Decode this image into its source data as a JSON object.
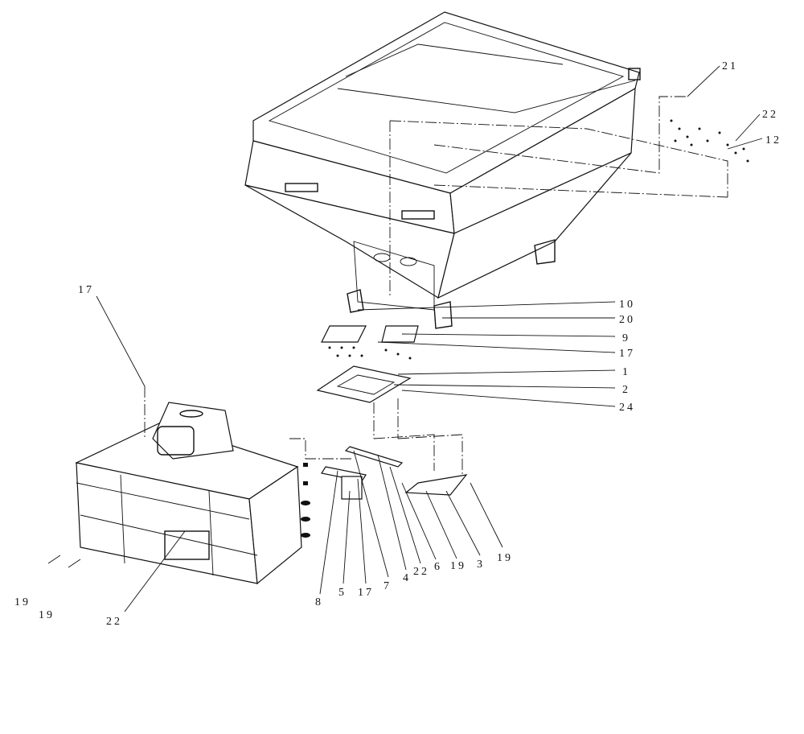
{
  "diagram": {
    "type": "exploded parts diagram",
    "callouts": {
      "c21": "21",
      "c22_top": "22",
      "c12": "12",
      "c10": "10",
      "c20": "20",
      "c9": "9",
      "c17_right": "17",
      "c1": "1",
      "c2": "2",
      "c24": "24",
      "c17_left": "17",
      "c19_a": "19",
      "c19_b": "19",
      "c22_bottom": "22",
      "c8": "8",
      "c5": "5",
      "c17_bottom": "17",
      "c7": "7",
      "c4": "4",
      "c22_mid": "22",
      "c6": "6",
      "c19_c": "19",
      "c3": "3",
      "c19_d": "19"
    }
  }
}
